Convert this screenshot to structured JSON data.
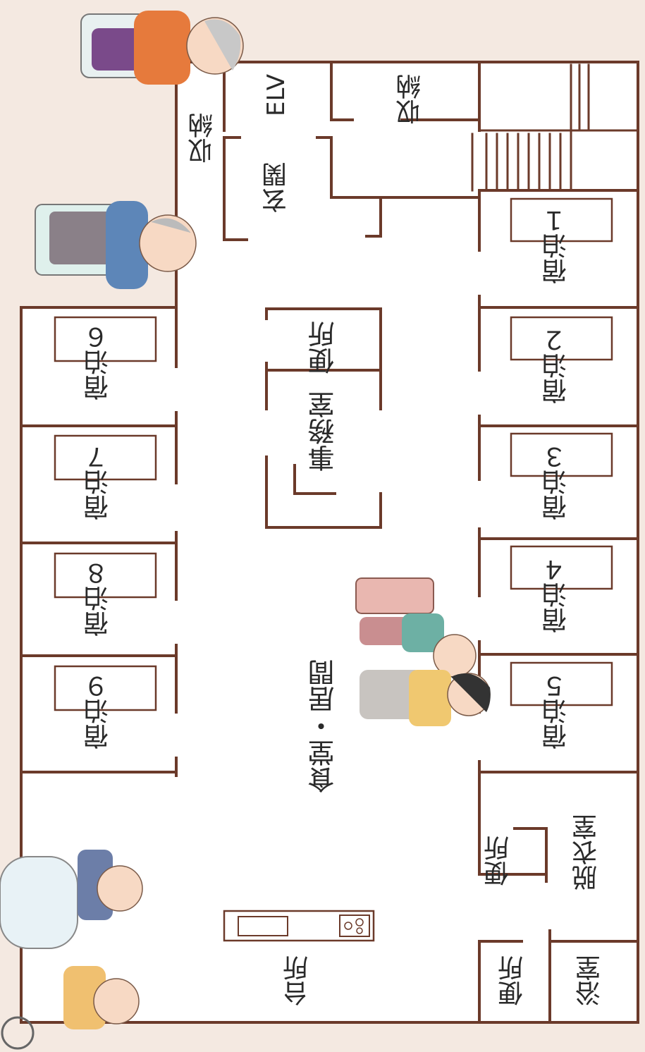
{
  "rooms": {
    "elv": "ELV",
    "genkan": "玄関",
    "storage_top": "収納",
    "storage_left": "収納",
    "toilet_center": "便所",
    "office": "事務室",
    "dining": "食堂・居間",
    "kitchen": "台所",
    "changing": "脱衣室",
    "toilet_right": "便所",
    "toilet_bottom": "便所",
    "bath": "浴室",
    "stay1": "宿泊１",
    "stay2": "宿泊２",
    "stay3": "宿泊３",
    "stay4": "宿泊４",
    "stay5": "宿泊５",
    "stay6": "宿泊６",
    "stay7": "宿泊７",
    "stay8": "宿泊８",
    "stay9": "宿泊９"
  },
  "colors": {
    "wall": "#6b3a2a",
    "background": "#f4e9e1",
    "floor": "#ffffff"
  },
  "illustrations": [
    "elderly-man-in-chair-icon",
    "elderly-man-in-wheelchair-icon",
    "caregiver-helping-elder-icon",
    "elders-at-table-icon"
  ]
}
